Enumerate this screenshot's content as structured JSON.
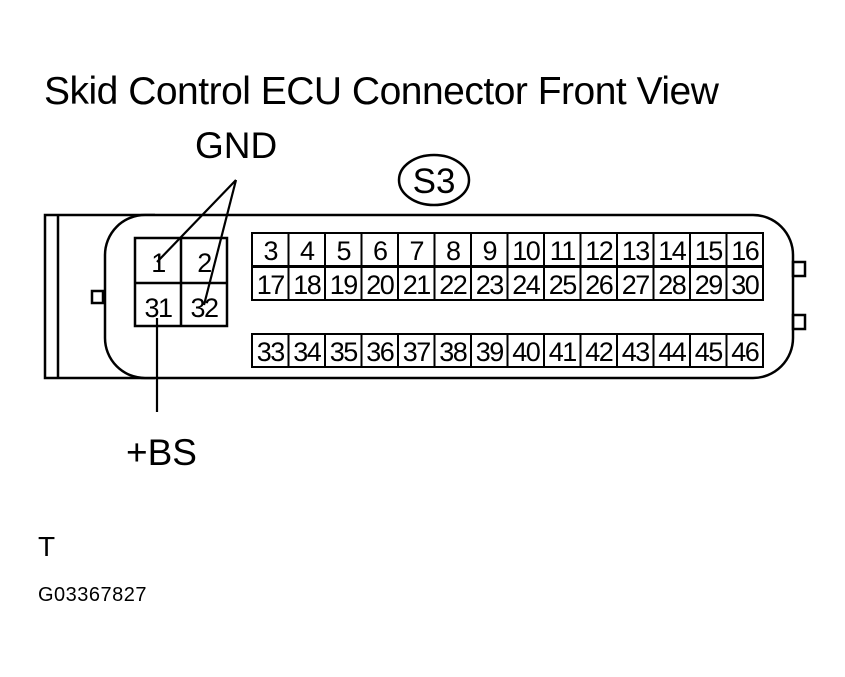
{
  "title": "Skid Control ECU Connector Front View",
  "connector_code": "S3",
  "labels": {
    "gnd": "GND",
    "bs": "+BS",
    "tag": "T",
    "figure_id": "G03367827"
  },
  "small_block_pins": [
    [
      "1",
      "2"
    ],
    [
      "31",
      "32"
    ]
  ],
  "pin_rows": [
    [
      "3",
      "4",
      "5",
      "6",
      "7",
      "8",
      "9",
      "10",
      "11",
      "12",
      "13",
      "14",
      "15",
      "16"
    ],
    [
      "17",
      "18",
      "19",
      "20",
      "21",
      "22",
      "23",
      "24",
      "25",
      "26",
      "27",
      "28",
      "29",
      "30"
    ],
    [
      "33",
      "34",
      "35",
      "36",
      "37",
      "38",
      "39",
      "40",
      "41",
      "42",
      "43",
      "44",
      "45",
      "46"
    ]
  ]
}
